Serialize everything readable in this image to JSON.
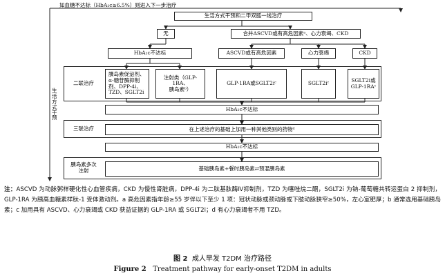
{
  "diagram": {
    "top_note": "如血糖不达标（HbA₁c≥6.5%）则进入下一步治疗",
    "start_box": "生活方式干预和二甲双胍一线治疗",
    "none_box": "无",
    "combined_box": "合并ASCVD或有高危因素ᵃ、心力衰竭、CKD",
    "hba1c_fail_top": "HbA₁c不达标",
    "ascvd_box": "ASCVD或有高危因素",
    "hf_box": "心力衰竭",
    "ckd_box": "CKD",
    "dual_label": "二联治疗",
    "opt_oral": "胰岛素促泌剂、\nα-糖苷酶抑制\n剂、DPP-4i、\nTZD、SGLT2i",
    "opt_inject": "注射类（GLP-1RA、\n胰岛素ᵇ）",
    "opt_ascvd": "GLP-1RA或SGLT2iᶜ",
    "opt_hf": "SGLT2iᶜ",
    "opt_ckd": "SGLT2i或\nGLP-1RAᶜ",
    "hba1c_fail_mid": "HbA₁c不达标",
    "triple_label": "三联治疗",
    "triple_box": "在上述治疗的基础上加用一种其他类别的药物ᵈ",
    "hba1c_fail_bottom": "HbA₁c不达标",
    "insulin_label": "胰岛素多次\n注射",
    "insulin_box": "基础胰岛素+餐时胰岛素⇄预混胰岛素",
    "lifestyle_side": "生\n活\n方\n式\n干\n预"
  },
  "note": {
    "prefix": "注：",
    "text": "ASCVD 为动脉粥样硬化性心血管疾病，CKD 为慢性肾脏病，DPP-4i 为二肽基肽酶Ⅳ抑制剂，TZD 为噻唑烷二酮，SGLT2i 为钠-葡萄糖共转运蛋白 2 抑制剂，GLP-1RA 为胰高血糖素样肽-1 受体激动剂。a 高危因素指年龄≥55 岁伴以下至少 1 项：冠状动脉或颈动脉或下肢动脉狭窄≥50%，左心室肥厚；b 通常选用基础胰岛素；c 加用具有 ASCVD、心力衰竭或 CKD 获益证据的 GLP-1RA 或 SGLT2i；d 有心力衰竭者不用 TZD。"
  },
  "caption": {
    "zh_label": "图 2",
    "zh_title": "成人早发 T2DM 治疗路径",
    "en_label": "Figure 2",
    "en_title": "Treatment pathway for early-onset T2DM in adults"
  }
}
